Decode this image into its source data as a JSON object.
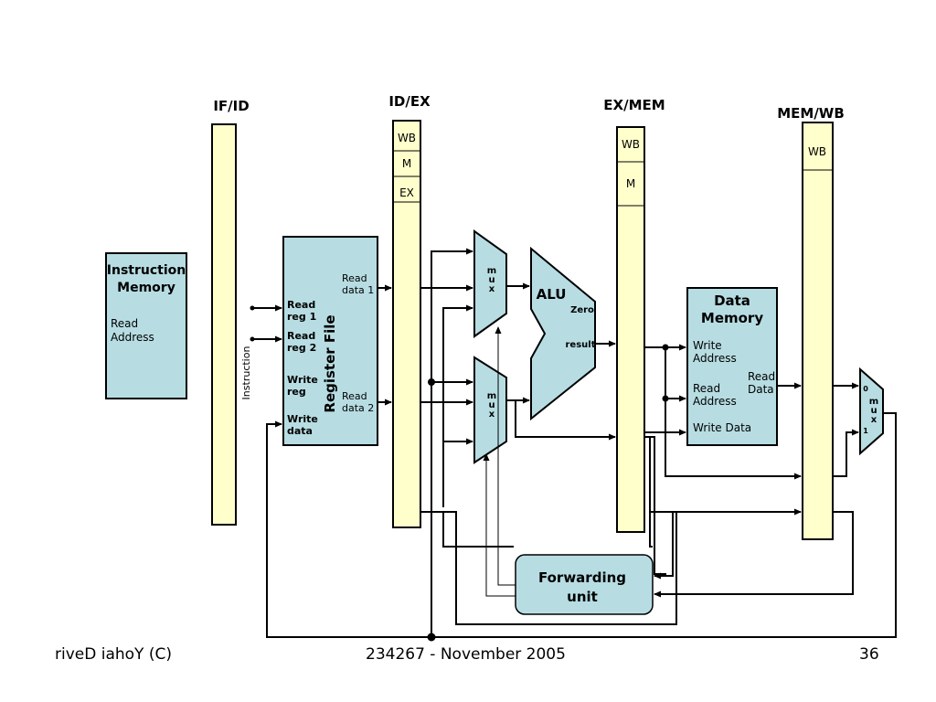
{
  "pipeline_registers": {
    "if_id": "IF/ID",
    "id_ex": "ID/EX",
    "ex_mem": "EX/MEM",
    "mem_wb": "MEM/WB"
  },
  "id_ex_fields": [
    "WB",
    "M",
    "EX"
  ],
  "ex_mem_fields": [
    "WB",
    "M"
  ],
  "mem_wb_fields": [
    "WB"
  ],
  "instruction_memory": {
    "title_1": "Instruction",
    "title_2": "Memory",
    "port_1": "Read",
    "port_2": "Address"
  },
  "instruction_label": "Instruction",
  "register_file": {
    "title": "Register File",
    "in_read_reg1_a": "Read",
    "in_read_reg1_b": "reg 1",
    "in_read_reg2_a": "Read",
    "in_read_reg2_b": "reg 2",
    "in_write_reg_a": "Write",
    "in_write_reg_b": "reg",
    "in_write_data_a": "Write",
    "in_write_data_b": "data",
    "out_data1_a": "Read",
    "out_data1_b": "data 1",
    "out_data2_a": "Read",
    "out_data2_b": "data 2"
  },
  "mux_label": [
    "m",
    "u",
    "x"
  ],
  "alu": {
    "title": "ALU",
    "zero": "Zero",
    "result": "result"
  },
  "data_memory": {
    "title_1": "Data",
    "title_2": "Memory",
    "write_address_a": "Write",
    "write_address_b": "Address",
    "read_address_a": "Read",
    "read_address_b": "Address",
    "write_data": "Write Data",
    "read_data_a": "Read",
    "read_data_b": "Data"
  },
  "wb_mux": {
    "input_0": "0",
    "input_1": "1"
  },
  "forwarding_unit": {
    "line_1": "Forwarding",
    "line_2": "unit"
  },
  "footer": {
    "left": "riveD iahoY  (C)",
    "center": "234267 - November 2005",
    "page": "36"
  }
}
